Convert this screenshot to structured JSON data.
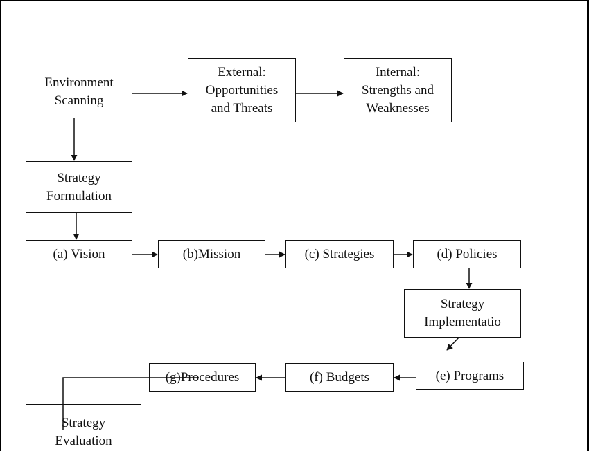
{
  "diagram": {
    "nodes": {
      "environment_scanning": "Environment\nScanning",
      "external": "External:\nOpportunities\nand Threats",
      "internal": "Internal:\nStrengths and\nWeaknesses",
      "strategy_formulation": "Strategy\nFormulation",
      "vision": "(a)  Vision",
      "mission": "(b)Mission",
      "strategies": "(c) Strategies",
      "policies": "(d) Policies",
      "strategy_implementation": "Strategy\nImplementatio",
      "programs": "(e) Programs",
      "budgets": "(f) Budgets",
      "procedures": "(g)Procedures",
      "strategy_evaluation": "Strategy\nEvaluation"
    }
  }
}
